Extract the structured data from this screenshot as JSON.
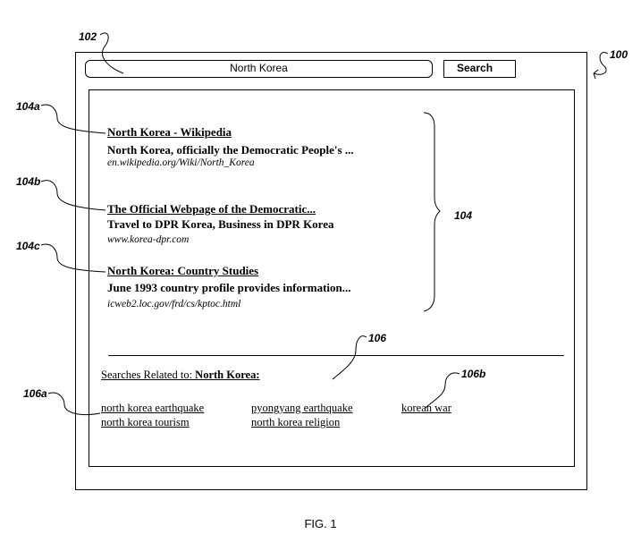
{
  "search": {
    "query": "North Korea",
    "button_label": "Search"
  },
  "results": [
    {
      "title": "North Korea - Wikipedia",
      "snippet": "North Korea, officially the Democratic People's ...",
      "url": "en.wikipedia.org/Wiki/North_Korea"
    },
    {
      "title": "The Official Webpage of the Democratic...",
      "snippet": "Travel to DPR Korea, Business in DPR Korea",
      "url": "www.korea-dpr.com"
    },
    {
      "title": "North Korea: Country Studies",
      "snippet": "June 1993 country profile provides information...",
      "url": "icweb2.loc.gov/frd/cs/kptoc.html"
    }
  ],
  "related": {
    "prefix": "Searches Related to: ",
    "term": "North Korea:",
    "links": [
      "north korea earthquake",
      "pyongyang earthquake",
      "korean war",
      "north korea tourism",
      "north korea religion"
    ]
  },
  "reference_labels": {
    "r100": "100",
    "r102": "102",
    "r104": "104",
    "r104a": "104a",
    "r104b": "104b",
    "r104c": "104c",
    "r106": "106",
    "r106a": "106a",
    "r106b": "106b"
  },
  "caption": "FIG. 1"
}
